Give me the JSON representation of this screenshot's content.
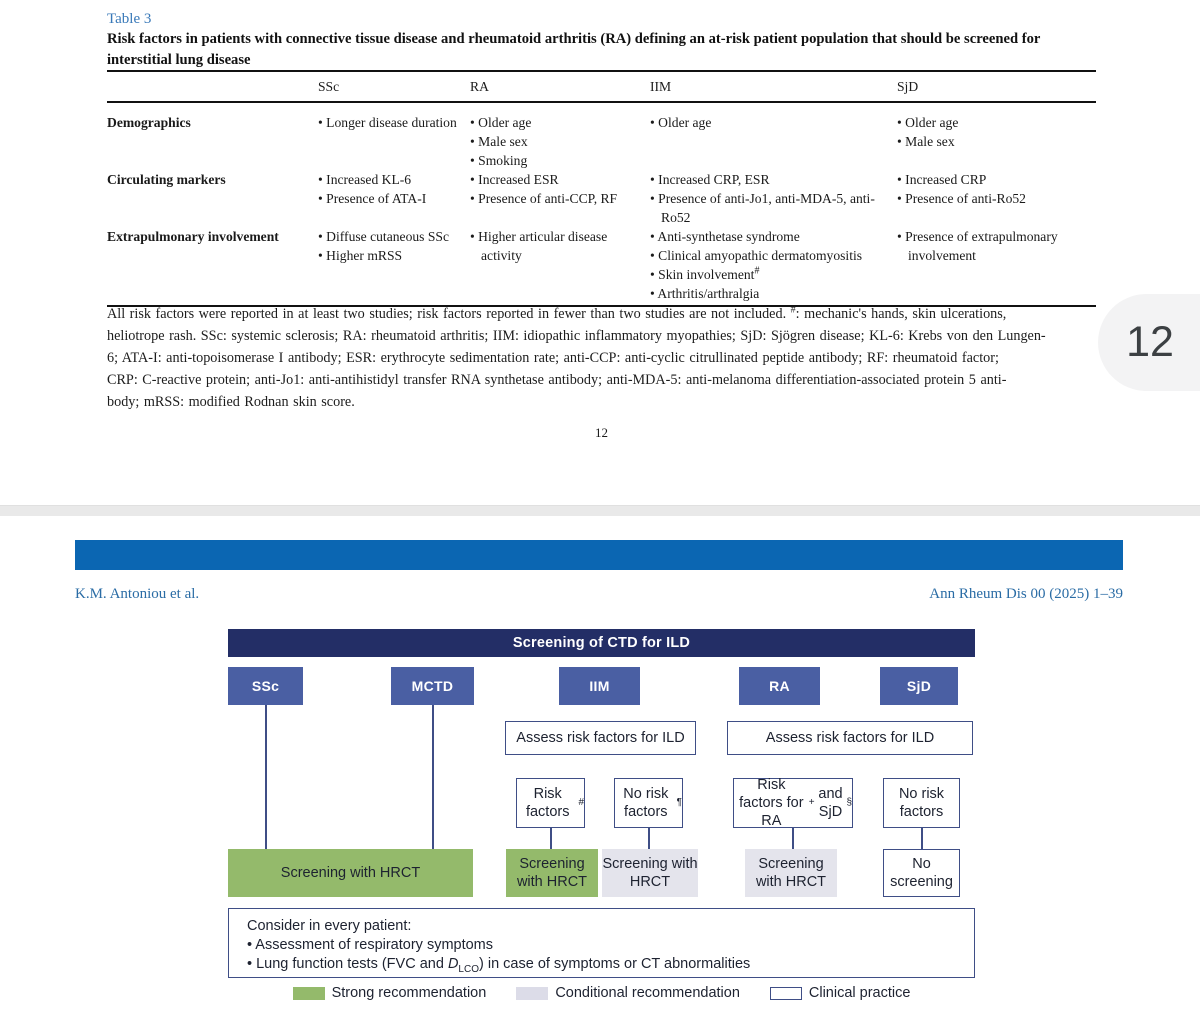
{
  "colors": {
    "link_blue": "#3878b8",
    "running_head_blue": "#2a6ca5",
    "journal_bar_blue": "#0b66b2",
    "flow_header_navy": "#232e66",
    "disease_box_blue": "#4a5fa3",
    "box_border_navy": "#3f4e86",
    "strong_green": "#94ba6b",
    "conditional_lavender": "#e4e4ec",
    "scroll_pill_bg": "#f3f3f4"
  },
  "page12": {
    "table_label": "Table 3",
    "caption_lines": [
      "Risk factors in patients with connective tissue disease and rheumatoid arthritis (RA) defining an at-risk patient population that should be screened for",
      "interstitial lung disease"
    ],
    "table": {
      "columns": [
        "SSc",
        "RA",
        "IIM",
        "SjD"
      ],
      "rows": [
        {
          "label": "Demographics",
          "cells": [
            [
              "Longer disease duration"
            ],
            [
              "Older age",
              "Male sex",
              "Smoking"
            ],
            [
              "Older age"
            ],
            [
              "Older age",
              "Male sex"
            ]
          ]
        },
        {
          "label": "Circulating markers",
          "cells": [
            [
              "Increased KL-6",
              "Presence of ATA-I"
            ],
            [
              "Increased ESR",
              "Presence of anti-CCP, RF"
            ],
            [
              "Increased CRP, ESR",
              "Presence of anti-Jo1, anti-MDA-5, anti-Ro52"
            ],
            [
              "Increased CRP",
              "Presence of anti-Ro52"
            ]
          ]
        },
        {
          "label": "Extrapulmonary involvement",
          "cells": [
            [
              "Diffuse cutaneous SSc",
              "Higher mRSS"
            ],
            [
              "Higher articular disease activity"
            ],
            [
              "Anti-synthetase syndrome",
              "Clinical amyopathic dermatomyositis",
              "Skin involvement^#",
              "Arthritis/arthralgia"
            ],
            [
              "Presence of extrapulmonary involvement"
            ]
          ]
        }
      ]
    },
    "footnote_lines": [
      "All risk factors were reported in at least two studies; risk factors reported in fewer than two studies are not included. ^#: mechanic's hands, skin ulcerations,",
      "heliotrope rash. SSc: systemic sclerosis; RA: rheumatoid arthritis; IIM: idiopathic inflammatory myopathies; SjD: Sjögren disease; KL-6: Krebs von den Lungen-",
      "6; ATA-I: anti-topoisomerase I antibody; ESR: erythrocyte sedimentation rate; anti-CCP: anti-cyclic citrullinated peptide antibody; RF: rheumatoid factor;",
      "CRP: C-reactive protein; anti-Jo1: anti-antihistidyl transfer RNA synthetase antibody; anti-MDA-5: anti-melanoma differentiation-associated protein 5 anti-",
      "body; mRSS: modified Rodnan skin score."
    ],
    "page_number": "12",
    "scroll_indicator": "12"
  },
  "page13": {
    "running_author": "K.M. Antoniou et al.",
    "running_journal": "Ann Rheum Dis 00 (2025) 1–39",
    "flowchart": {
      "title": "Screening of CTD for ILD",
      "diseases": [
        "SSc",
        "MCTD",
        "IIM",
        "RA",
        "SjD"
      ],
      "assess": [
        "Assess risk factors for ILD",
        "Assess risk factors for ILD"
      ],
      "risk": [
        "Risk factors^#",
        "No risk factors^¶",
        "Risk factors for RA^+ and SjD^§",
        "No risk factors"
      ],
      "outcomes": [
        "Screening with HRCT",
        "Screening with HRCT",
        "Screening with HRCT",
        "Screening with HRCT",
        "No screening"
      ],
      "consider_lines": [
        "Consider in every patient:",
        "• Assessment of respiratory symptoms",
        "• Lung function tests (FVC and *D*~LCO~) in case of symptoms or CT abnormalities"
      ],
      "legend": [
        {
          "label": "Strong recommendation",
          "color": "#94ba6b"
        },
        {
          "label": "Conditional recommendation",
          "color": "#dcdce8"
        },
        {
          "label": "Clinical practice",
          "color": "#ffffff"
        }
      ]
    }
  }
}
